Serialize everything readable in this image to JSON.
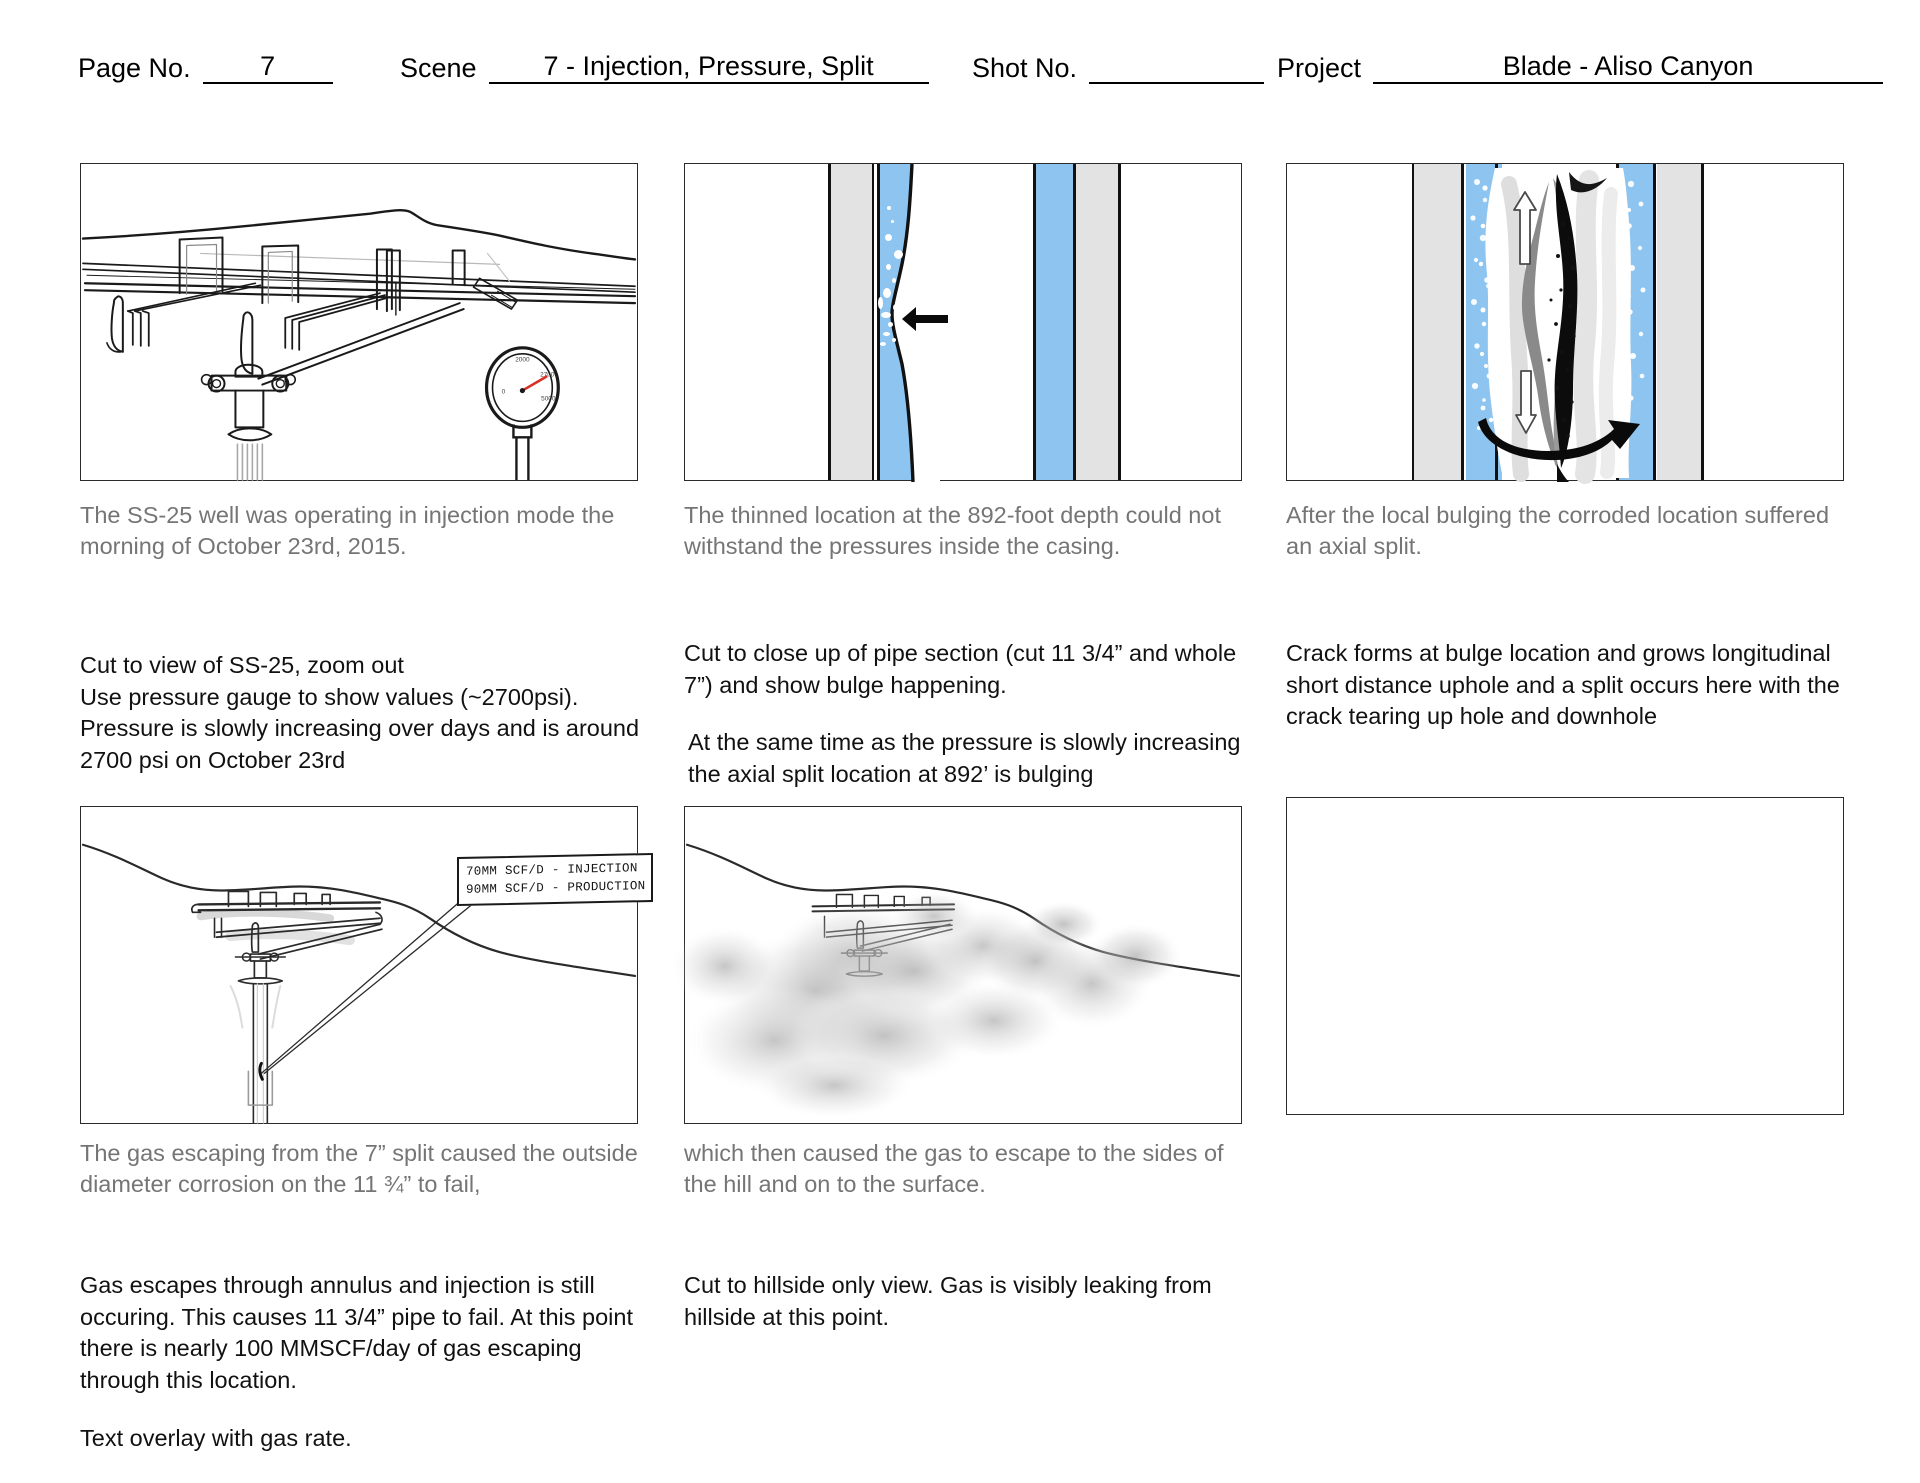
{
  "header": {
    "page_label": "Page No.",
    "page_value": "7",
    "scene_label": "Scene",
    "scene_value": "7 - Injection, Pressure, Split",
    "shot_label": "Shot No.",
    "shot_value": "",
    "project_label": "Project",
    "project_value": "Blade - Aliso Canyon"
  },
  "panels": [
    {
      "id": "panel-1",
      "illustration": "wellhead-site-with-pressure-gauge",
      "caption": "The SS-25 well was operating in injection mode the morning of October 23rd, 2015.",
      "direction": "Cut to view of SS-25, zoom out\nUse pressure gauge to show values (~2700psi).\nPressure is slowly increasing over days and is around 2700 psi on October 23rd",
      "gauge": {
        "ticks": [
          "0",
          "2000",
          "2700",
          "5000"
        ],
        "needle_value": "2700",
        "needle_color": "#d93025"
      }
    },
    {
      "id": "panel-2",
      "illustration": "casing-cross-section-bulge",
      "caption": "The thinned location at the 892-foot depth could not withstand the pressures inside the casing.",
      "direction_1": "Cut to close up of pipe section (cut 11 3/4” and whole 7”) and show bulge happening.",
      "direction_2": "At the same time as the pressure is slowly increasing the axial split location at 892’ is bulging"
    },
    {
      "id": "panel-3",
      "illustration": "casing-cross-section-axial-split",
      "caption": "After the local bulging the corroded location suffered an axial split.",
      "direction": "Crack forms at bulge location and grows longitudinal short distance uphole and a split occurs here with the crack tearing up hole and downhole"
    },
    {
      "id": "panel-4",
      "illustration": "wellhead-hillside-with-rate-callout",
      "caption": "The gas escaping from the 7” split caused the outside diameter corrosion on the 11 ¾” to fail,",
      "direction": "Gas escapes through annulus and injection is still occuring. This causes 11 3/4” pipe to fail. At this point there is nearly 100 MMSCF/day of gas escaping through this location.",
      "direction_2": "Text overlay with gas rate.",
      "note_line_1": "70MM SCF/D - INJECTION",
      "note_line_2": "90MM SCF/D - PRODUCTION"
    },
    {
      "id": "panel-5",
      "illustration": "hillside-with-gas-plume",
      "caption": "which then caused the gas to escape to the sides of the hill and on to the surface.",
      "direction": "Cut to hillside only view. Gas is visibly leaking from hillside at this point."
    },
    {
      "id": "panel-6",
      "illustration": "empty-frame",
      "caption": "",
      "direction": ""
    }
  ],
  "colors": {
    "panel_border": "#2b2b2b",
    "caption_text": "#757575",
    "direction_text": "#111111",
    "casing_fluid_blue": "#8ec5f0",
    "casing_steel_gray": "#e3e3e3",
    "casing_wall_black": "#111111"
  }
}
